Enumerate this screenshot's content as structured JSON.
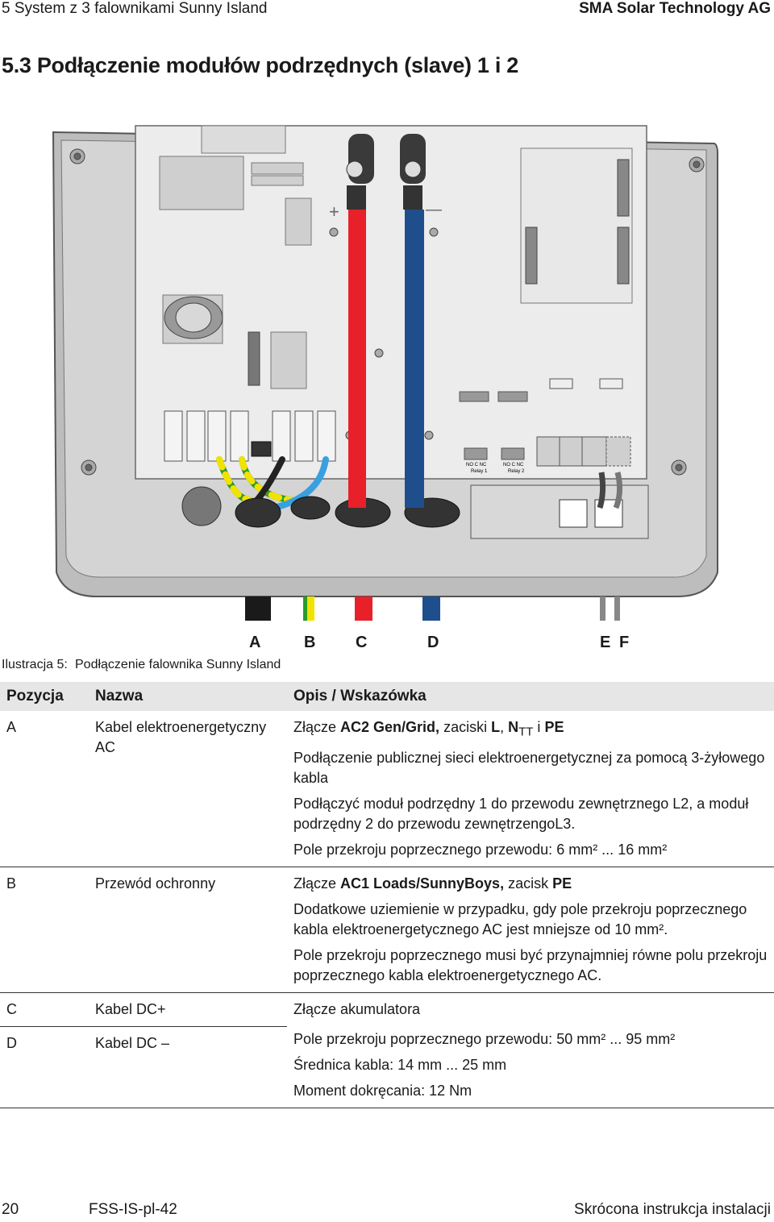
{
  "header": {
    "left": "5 System z 3 falownikami Sunny Island",
    "right": "SMA Solar Technology AG"
  },
  "section_title": "5.3 Podłączenie modułów podrzędnych (slave) 1 i 2",
  "figure": {
    "letters": {
      "a": "A",
      "b": "B",
      "c": "C",
      "d": "D",
      "e": "E",
      "f": "F"
    },
    "signs": {
      "plus": "+",
      "minus": "—"
    },
    "relay_labels": {
      "r1_contacts": "NO C NC",
      "r1_name": "Relay 1",
      "r2_contacts": "NO C NC",
      "r2_name": "Relay 2"
    }
  },
  "caption": {
    "label": "Ilustracja 5:",
    "text": "Podłączenie falownika Sunny Island"
  },
  "table": {
    "headers": {
      "pos": "Pozycja",
      "name": "Nazwa",
      "desc": "Opis / Wskazówka"
    },
    "rows": [
      {
        "pos": "A",
        "name": "Kabel elektroenergetyczny AC",
        "d1_pre": "Złącze ",
        "d1_b1": "AC2 Gen/Grid,",
        "d1_mid": " zaciski ",
        "d1_b2": "L",
        "d1_sep": ", ",
        "d1_b3": "N",
        "d1_sub": "TT",
        "d1_and": " i ",
        "d1_b4": "PE",
        "d2": "Podłączenie publicznej sieci elektroenergetycznej za pomocą 3-żyłowego kabla",
        "d3": "Podłączyć moduł podrzędny 1 do przewodu zewnętrznego L2, a moduł podrzędny 2 do przewodu zewnętrzengoL3.",
        "d4": "Pole przekroju poprzecznego przewodu: 6 mm² ... 16 mm²"
      },
      {
        "pos": "B",
        "name": "Przewód ochronny",
        "d1_pre": "Złącze ",
        "d1_b1": "AC1 Loads/SunnyBoys,",
        "d1_mid": " zacisk ",
        "d1_b2": "PE",
        "d2": "Dodatkowe uziemienie w przypadku, gdy pole przekroju poprzecznego kabla elektroenergetycznego AC jest mniejsze od 10 mm².",
        "d3": "Pole przekroju poprzecznego musi być przynajmniej równe polu przekroju poprzecznego kabla elektroenergetycznego AC."
      },
      {
        "pos": "C",
        "name": "Kabel DC+",
        "d1": "Złącze akumulatora"
      },
      {
        "pos": "D",
        "name": "Kabel DC –",
        "d1": "Pole przekroju poprzecznego przewodu: 50 mm² ... 95 mm²",
        "d2": "Średnica kabla: 14 mm ... 25 mm",
        "d3": "Moment dokręcania: 12 Nm"
      }
    ]
  },
  "footer": {
    "page": "20",
    "doc": "FSS-IS-pl-42",
    "title": "Skrócona instrukcja instalacji"
  },
  "colors": {
    "red_cable": "#e8202a",
    "blue_cable": "#1f4e8c",
    "earth_green": "#3aa23a",
    "earth_yellow": "#f2e200",
    "housing": "#bfbfbf",
    "board": "#e9e9e9"
  }
}
